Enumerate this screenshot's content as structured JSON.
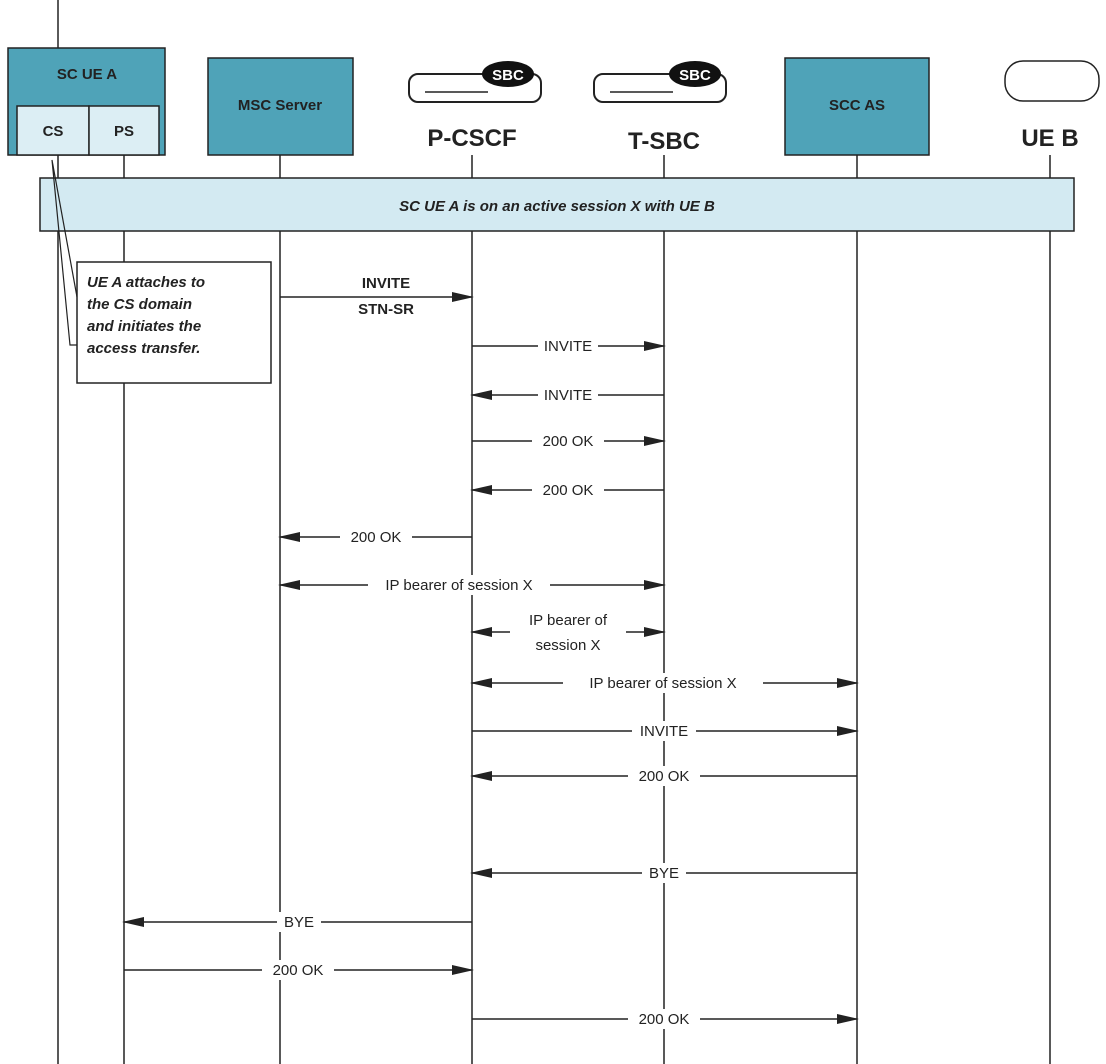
{
  "participants": {
    "sc_ue_a": {
      "label": "SC UE A",
      "cs_label": "CS",
      "ps_label": "PS"
    },
    "msc_server": {
      "label": "MSC Server"
    },
    "p_cscf": {
      "label": "P-CSCF",
      "badge": "SBC"
    },
    "t_sbc": {
      "label": "T-SBC",
      "badge": "SBC"
    },
    "scc_as": {
      "label": "SCC AS"
    },
    "ue_b": {
      "label": "UE B"
    }
  },
  "banner": {
    "text": "SC UE A is on an active session X with UE B"
  },
  "note": {
    "lines": [
      "UE A attaches to",
      "the CS domain",
      "and initiates the",
      "access transfer."
    ]
  },
  "messages": [
    {
      "from": "msc",
      "to": "pcscf",
      "lines": [
        "INVITE",
        "STN-SR"
      ],
      "dir": "right"
    },
    {
      "from": "pcscf",
      "to": "tsbc",
      "lines": [
        "INVITE"
      ],
      "dir": "right"
    },
    {
      "from": "tsbc",
      "to": "pcscf",
      "lines": [
        "INVITE"
      ],
      "dir": "left"
    },
    {
      "from": "pcscf",
      "to": "tsbc",
      "lines": [
        "200 OK"
      ],
      "dir": "right"
    },
    {
      "from": "tsbc",
      "to": "pcscf",
      "lines": [
        "200 OK"
      ],
      "dir": "left"
    },
    {
      "from": "pcscf",
      "to": "msc",
      "lines": [
        "200 OK"
      ],
      "dir": "left"
    },
    {
      "from": "msc",
      "to": "tsbc",
      "lines": [
        "IP bearer of session X"
      ],
      "dir": "both"
    },
    {
      "from": "pcscf",
      "to": "tsbc",
      "lines": [
        "IP bearer of",
        "session X"
      ],
      "dir": "both"
    },
    {
      "from": "pcscf",
      "to": "sccas",
      "lines": [
        "IP bearer of session X"
      ],
      "dir": "both"
    },
    {
      "from": "pcscf",
      "to": "sccas",
      "lines": [
        "INVITE"
      ],
      "dir": "right"
    },
    {
      "from": "sccas",
      "to": "pcscf",
      "lines": [
        "200 OK"
      ],
      "dir": "left"
    },
    {
      "from": "sccas",
      "to": "pcscf",
      "lines": [
        "BYE"
      ],
      "dir": "left"
    },
    {
      "from": "pcscf",
      "to": "ps",
      "lines": [
        "BYE"
      ],
      "dir": "left"
    },
    {
      "from": "ps",
      "to": "pcscf",
      "lines": [
        "200 OK"
      ],
      "dir": "right"
    },
    {
      "from": "pcscf",
      "to": "sccas",
      "lines": [
        "200 OK"
      ],
      "dir": "right"
    }
  ],
  "colors": {
    "box_fill": "#4fa3b8",
    "inner_fill": "#dceef4",
    "banner_fill": "#d3eaf2",
    "line": "#222222"
  }
}
